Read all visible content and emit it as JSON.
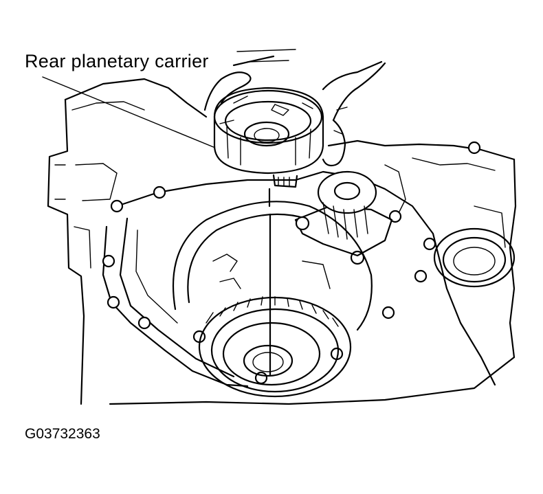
{
  "diagram": {
    "callout_label": "Rear planetary carrier",
    "figure_id": "G03732363"
  },
  "icons": {
    "transaxle_case": "transaxle-case-illustration",
    "carrier": "planetary-carrier-illustration",
    "hands": "hands-illustration"
  }
}
